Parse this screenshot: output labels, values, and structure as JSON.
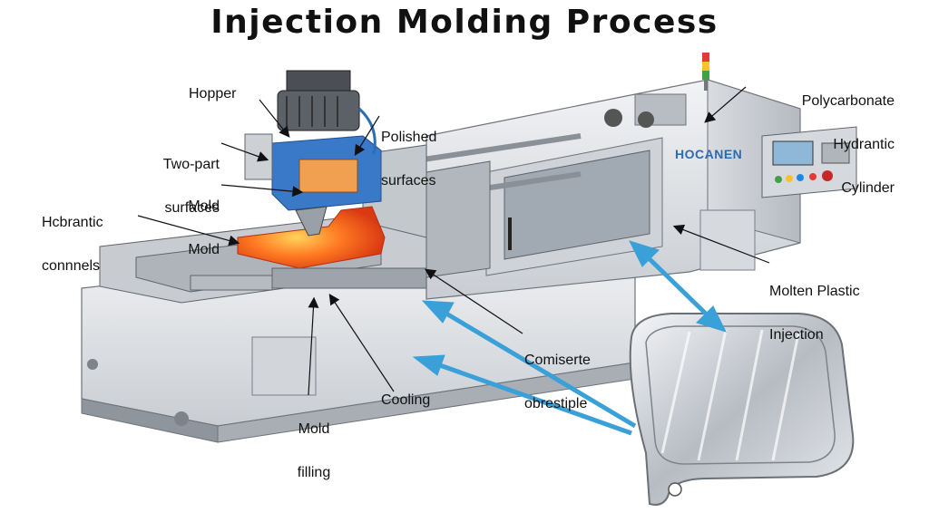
{
  "title": "Injection Molding Process",
  "brand": "HOCANEN",
  "labels": {
    "hopper": "Hopper",
    "polished": [
      "Polished",
      "surfaces"
    ],
    "two_part": [
      "Two-part",
      "surfaces"
    ],
    "mold": [
      "Mold",
      "Mold"
    ],
    "channels": [
      "Hcbrantic",
      "connnels"
    ],
    "cylinder": [
      "Polycarbonate",
      "Hydrantic",
      "Cylinder"
    ],
    "molten": [
      "Molten Plastic",
      "Injection"
    ],
    "comiserte": [
      "Comiserte",
      "obrestiple"
    ],
    "mold_filling": [
      "Mold",
      "filling"
    ],
    "cooling": "Cooling"
  },
  "colors": {
    "machine": "#e3e5e8",
    "machine_dark": "#9aa0a7",
    "molten": "#f05a1e",
    "clamp_blue": "#3a78c8",
    "arrow": "#3aa0d8"
  },
  "icons": [
    "signal-tower-icon",
    "control-panel-icon",
    "motor-icon"
  ]
}
